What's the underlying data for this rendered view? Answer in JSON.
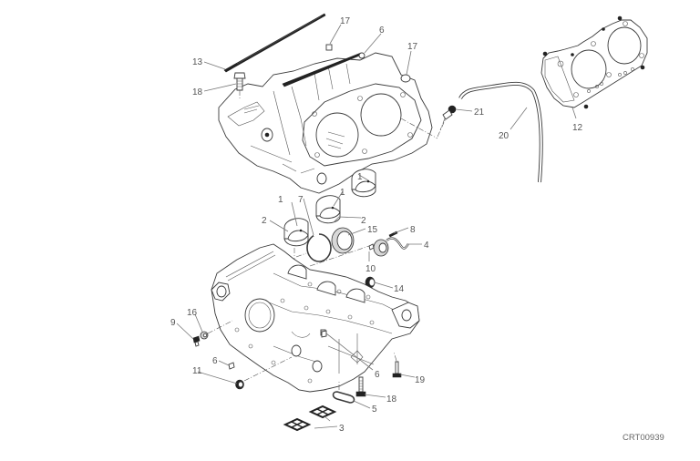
{
  "diagram": {
    "title": "Crankcase halves exploded view",
    "drawing_code": "CRT00939",
    "colors": {
      "line": "#3a3a3a",
      "label": "#555555",
      "background": "#ffffff"
    },
    "callouts": [
      {
        "id": "c13a",
        "number": "13",
        "part": "crankcase-sealant-strip"
      },
      {
        "id": "c18a",
        "number": "18",
        "part": "upper-bolt"
      },
      {
        "id": "c17a",
        "number": "17",
        "part": "upper-dowel"
      },
      {
        "id": "c6a",
        "number": "6",
        "part": "upper-plug"
      },
      {
        "id": "c17b",
        "number": "17",
        "part": "cylinder-dowel"
      },
      {
        "id": "c21",
        "number": "21",
        "part": "hose-union"
      },
      {
        "id": "c20",
        "number": "20",
        "part": "breather-hose"
      },
      {
        "id": "c12",
        "number": "12",
        "part": "head-gasket"
      },
      {
        "id": "c1a",
        "number": "1",
        "part": "main-bearing-shell-right"
      },
      {
        "id": "c1b",
        "number": "1",
        "part": "main-bearing-shell-middle"
      },
      {
        "id": "c1c",
        "number": "1",
        "part": "main-bearing-shell-left"
      },
      {
        "id": "c7",
        "number": "7",
        "part": "circlip"
      },
      {
        "id": "c2a",
        "number": "2",
        "part": "bearing-shell-left"
      },
      {
        "id": "c2b",
        "number": "2",
        "part": "bearing-shell-middle"
      },
      {
        "id": "c15",
        "number": "15",
        "part": "oil-seal"
      },
      {
        "id": "c8",
        "number": "8",
        "part": "sensor-screw"
      },
      {
        "id": "c4",
        "number": "4",
        "part": "speed-sensor"
      },
      {
        "id": "c10",
        "number": "10",
        "part": "dowel-pin"
      },
      {
        "id": "c14",
        "number": "14",
        "part": "cap-plug"
      },
      {
        "id": "c9",
        "number": "9",
        "part": "drain-screw"
      },
      {
        "id": "c16",
        "number": "16",
        "part": "sealing-washer"
      },
      {
        "id": "c6b",
        "number": "6",
        "part": "lower-plug-left"
      },
      {
        "id": "c11",
        "number": "11",
        "part": "threaded-plug"
      },
      {
        "id": "c6c",
        "number": "6",
        "part": "lower-plug-right"
      },
      {
        "id": "c19",
        "number": "19",
        "part": "long-bolt"
      },
      {
        "id": "c18b",
        "number": "18",
        "part": "lower-bolt"
      },
      {
        "id": "c5",
        "number": "5",
        "part": "o-ring"
      },
      {
        "id": "c3",
        "number": "3",
        "part": "filter-gaskets"
      }
    ]
  }
}
